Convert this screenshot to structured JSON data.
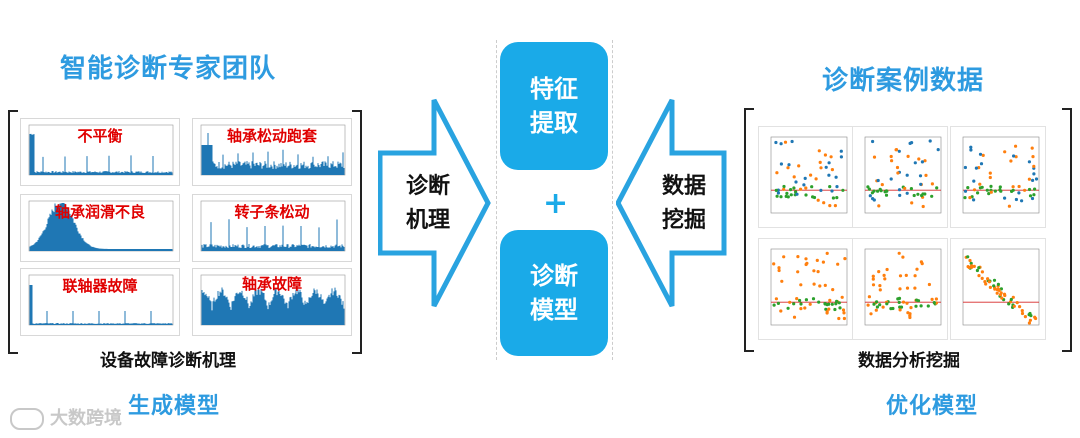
{
  "left": {
    "title": "智能诊断专家团队",
    "caption": "设备故障诊断机理",
    "bottom": "生成模型",
    "panels": [
      {
        "label": "不平衡"
      },
      {
        "label": "轴承松动跑套"
      },
      {
        "label": "轴承润滑不良"
      },
      {
        "label": "转子条松动"
      },
      {
        "label": "联轴器故障"
      },
      {
        "label": "轴承故障"
      }
    ]
  },
  "arrows": {
    "left_text": [
      "诊断",
      "机理"
    ],
    "right_text": [
      "数据",
      "挖掘"
    ]
  },
  "center": {
    "top_box": [
      "特征",
      "提取"
    ],
    "plus": "+",
    "bottom_box": [
      "诊断",
      "模型"
    ]
  },
  "right": {
    "title": "诊断案例数据",
    "caption": "数据分析挖掘",
    "bottom": "优化模型"
  },
  "watermark": "大数跨境",
  "colors": {
    "accent": "#1aaae8",
    "title_blue": "#2e9be0",
    "fault_red": "#e00000",
    "plot_blue": "#1f77b4",
    "orange": "#ff7f0e",
    "green": "#2ca02c"
  }
}
